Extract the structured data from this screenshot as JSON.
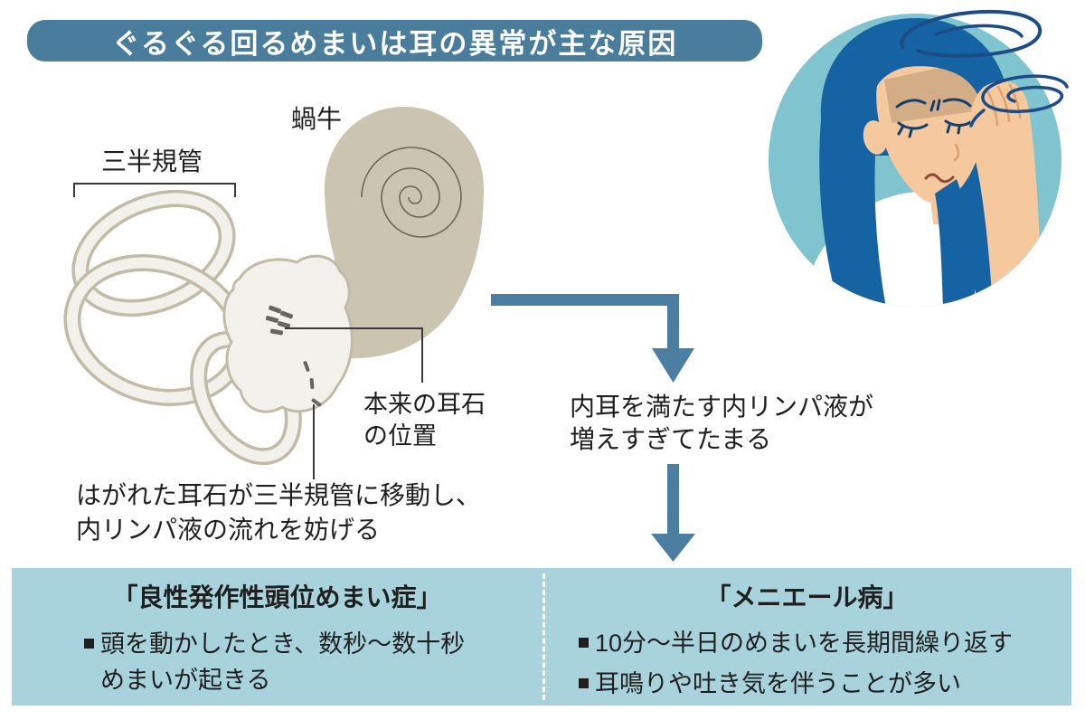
{
  "title": "ぐるぐる回るめまいは耳の異常が主な原因",
  "ear_diagram": {
    "cochlea_label": "蝸牛",
    "semicircular_canals_label": "三半規管",
    "otolith_position_label_line1": "本来の耳石",
    "otolith_position_label_line2": "の位置",
    "detached_otolith_note_line1": "はがれた耳石が三半規管に移動し、",
    "detached_otolith_note_line2": "内リンパ液の流れを妨げる"
  },
  "flow_note": {
    "line1": "内耳を満たす内リンパ液が",
    "line2": "増えすぎてたまる"
  },
  "left_panel": {
    "title": "「良性発作性頭位めまい症」",
    "bullet1_line1": "頭を動かしたとき、数秒〜数十秒",
    "bullet1_line2": "めまいが起きる"
  },
  "right_panel": {
    "title": "「メニエール病」",
    "bullet1": "10分〜半日のめまいを長期間繰り返す",
    "bullet2": "耳鳴りや吐き気を伴うことが多い"
  },
  "colors": {
    "banner_bg": "#4a7c9b",
    "arrow": "#4b7ea0",
    "panel_bg": "#a8d3dc",
    "cochlea_tan": "#cbc4b0",
    "canal_outline": "#c1bba8",
    "canal_fill": "#f2f1eb",
    "otolith": "#67665e",
    "line_dark": "#3a3a3a",
    "person_circle": "#80c4d0",
    "hair": "#1663a4",
    "skin": "#f6c89e",
    "swirl": "#1c4c86"
  }
}
